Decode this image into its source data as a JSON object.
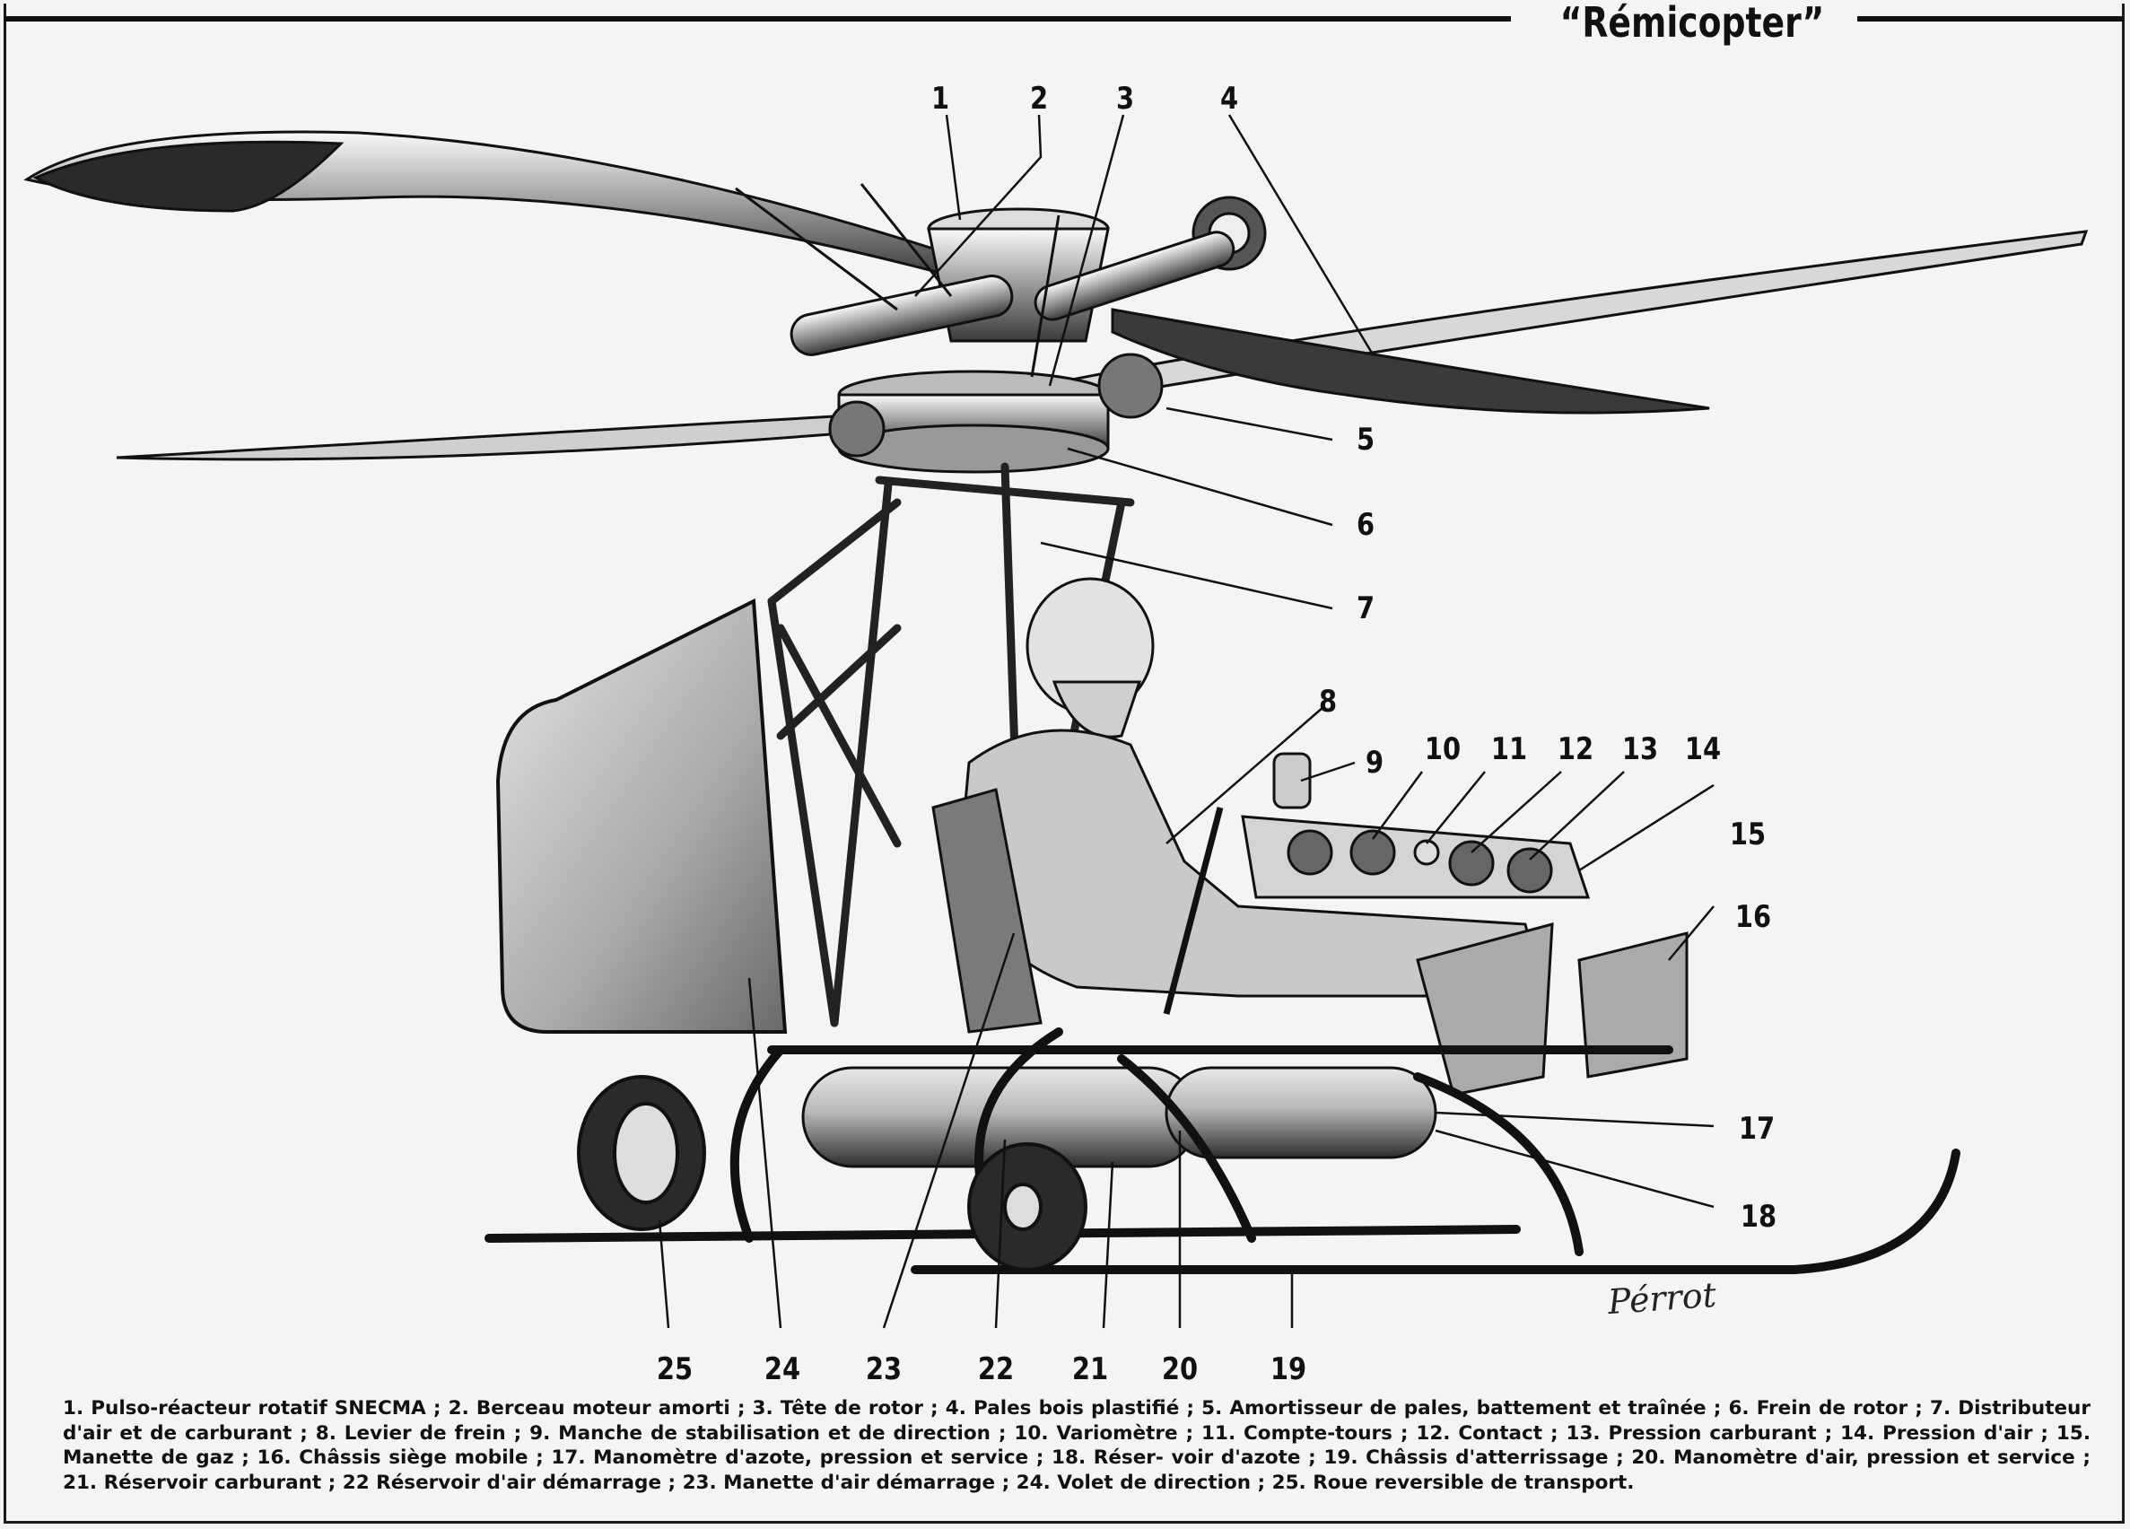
{
  "title": "“Rémicopter”",
  "signature": "Pérrot",
  "callouts": [
    "1",
    "2",
    "3",
    "4",
    "5",
    "6",
    "7",
    "8",
    "9",
    "10",
    "11",
    "12",
    "13",
    "14",
    "15",
    "16",
    "17",
    "18",
    "19",
    "20",
    "21",
    "22",
    "23",
    "24",
    "25"
  ],
  "legend": {
    "line1": "1. Pulso-réacteur rotatif SNECMA ; 2. Berceau moteur amorti ; 3. Tête de rotor ; 4. Pales bois plastifié ; 5. Amortisseur de pales, battement et traînée ;",
    "line2": "6. Frein de rotor ; 7. Distributeur d'air et de carburant ; 8. Levier de frein ; 9. Manche de stabilisation et de direction ; 10. Variomètre ; 11. Compte-tours ;",
    "line3": "12. Contact ; 13. Pression carburant ; 14. Pression d'air ; 15. Manette de gaz ; 16. Châssis siège mobile ; 17. Manomètre d'azote, pression et service ; 18. Réser-",
    "line4": "voir d'azote ; 19. Châssis d'atterrissage ; 20. Manomètre d'air, pression et service ; 21. Réservoir carburant ; 22 Réservoir d'air démarrage ; 23. Manette",
    "line5": "d'air démarrage ; 24. Volet de direction ; 25. Roue reversible de transport."
  }
}
